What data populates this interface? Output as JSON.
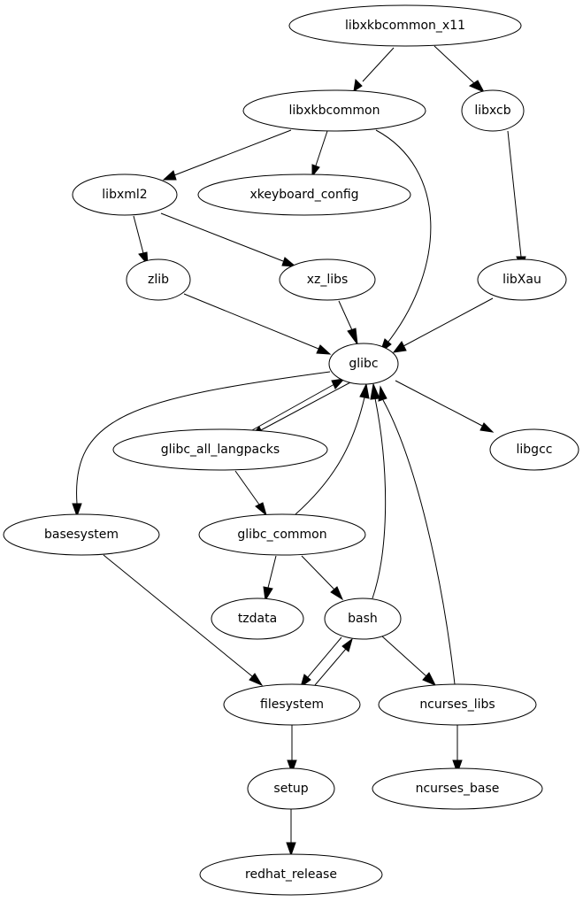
{
  "graph": {
    "type": "directed-dependency-graph",
    "nodes": [
      {
        "id": "libxkbcommon_x11",
        "label": "libxkbcommon_x11"
      },
      {
        "id": "libxkbcommon",
        "label": "libxkbcommon"
      },
      {
        "id": "libxcb",
        "label": "libxcb"
      },
      {
        "id": "libxml2",
        "label": "libxml2"
      },
      {
        "id": "xkeyboard_config",
        "label": "xkeyboard_config"
      },
      {
        "id": "zlib",
        "label": "zlib"
      },
      {
        "id": "xz_libs",
        "label": "xz_libs"
      },
      {
        "id": "libXau",
        "label": "libXau"
      },
      {
        "id": "glibc",
        "label": "glibc"
      },
      {
        "id": "glibc_all_langpacks",
        "label": "glibc_all_langpacks"
      },
      {
        "id": "libgcc",
        "label": "libgcc"
      },
      {
        "id": "basesystem",
        "label": "basesystem"
      },
      {
        "id": "glibc_common",
        "label": "glibc_common"
      },
      {
        "id": "tzdata",
        "label": "tzdata"
      },
      {
        "id": "bash",
        "label": "bash"
      },
      {
        "id": "filesystem",
        "label": "filesystem"
      },
      {
        "id": "ncurses_libs",
        "label": "ncurses_libs"
      },
      {
        "id": "setup",
        "label": "setup"
      },
      {
        "id": "ncurses_base",
        "label": "ncurses_base"
      },
      {
        "id": "redhat_release",
        "label": "redhat_release"
      }
    ],
    "edges": [
      {
        "from": "libxkbcommon_x11",
        "to": "libxkbcommon"
      },
      {
        "from": "libxkbcommon_x11",
        "to": "libxcb"
      },
      {
        "from": "libxkbcommon",
        "to": "libxml2"
      },
      {
        "from": "libxkbcommon",
        "to": "xkeyboard_config"
      },
      {
        "from": "libxkbcommon",
        "to": "glibc"
      },
      {
        "from": "libxcb",
        "to": "libXau"
      },
      {
        "from": "libxml2",
        "to": "zlib"
      },
      {
        "from": "libxml2",
        "to": "xz_libs"
      },
      {
        "from": "zlib",
        "to": "glibc"
      },
      {
        "from": "xz_libs",
        "to": "glibc"
      },
      {
        "from": "libXau",
        "to": "glibc"
      },
      {
        "from": "glibc",
        "to": "basesystem"
      },
      {
        "from": "glibc",
        "to": "glibc_all_langpacks"
      },
      {
        "from": "glibc_all_langpacks",
        "to": "glibc"
      },
      {
        "from": "glibc",
        "to": "libgcc"
      },
      {
        "from": "glibc_all_langpacks",
        "to": "glibc_common"
      },
      {
        "from": "glibc_common",
        "to": "glibc"
      },
      {
        "from": "glibc_common",
        "to": "tzdata"
      },
      {
        "from": "glibc_common",
        "to": "bash"
      },
      {
        "from": "bash",
        "to": "glibc"
      },
      {
        "from": "ncurses_libs",
        "to": "glibc"
      },
      {
        "from": "basesystem",
        "to": "filesystem"
      },
      {
        "from": "bash",
        "to": "filesystem"
      },
      {
        "from": "filesystem",
        "to": "bash"
      },
      {
        "from": "bash",
        "to": "ncurses_libs"
      },
      {
        "from": "filesystem",
        "to": "setup"
      },
      {
        "from": "ncurses_libs",
        "to": "ncurses_base"
      },
      {
        "from": "setup",
        "to": "redhat_release"
      }
    ]
  }
}
